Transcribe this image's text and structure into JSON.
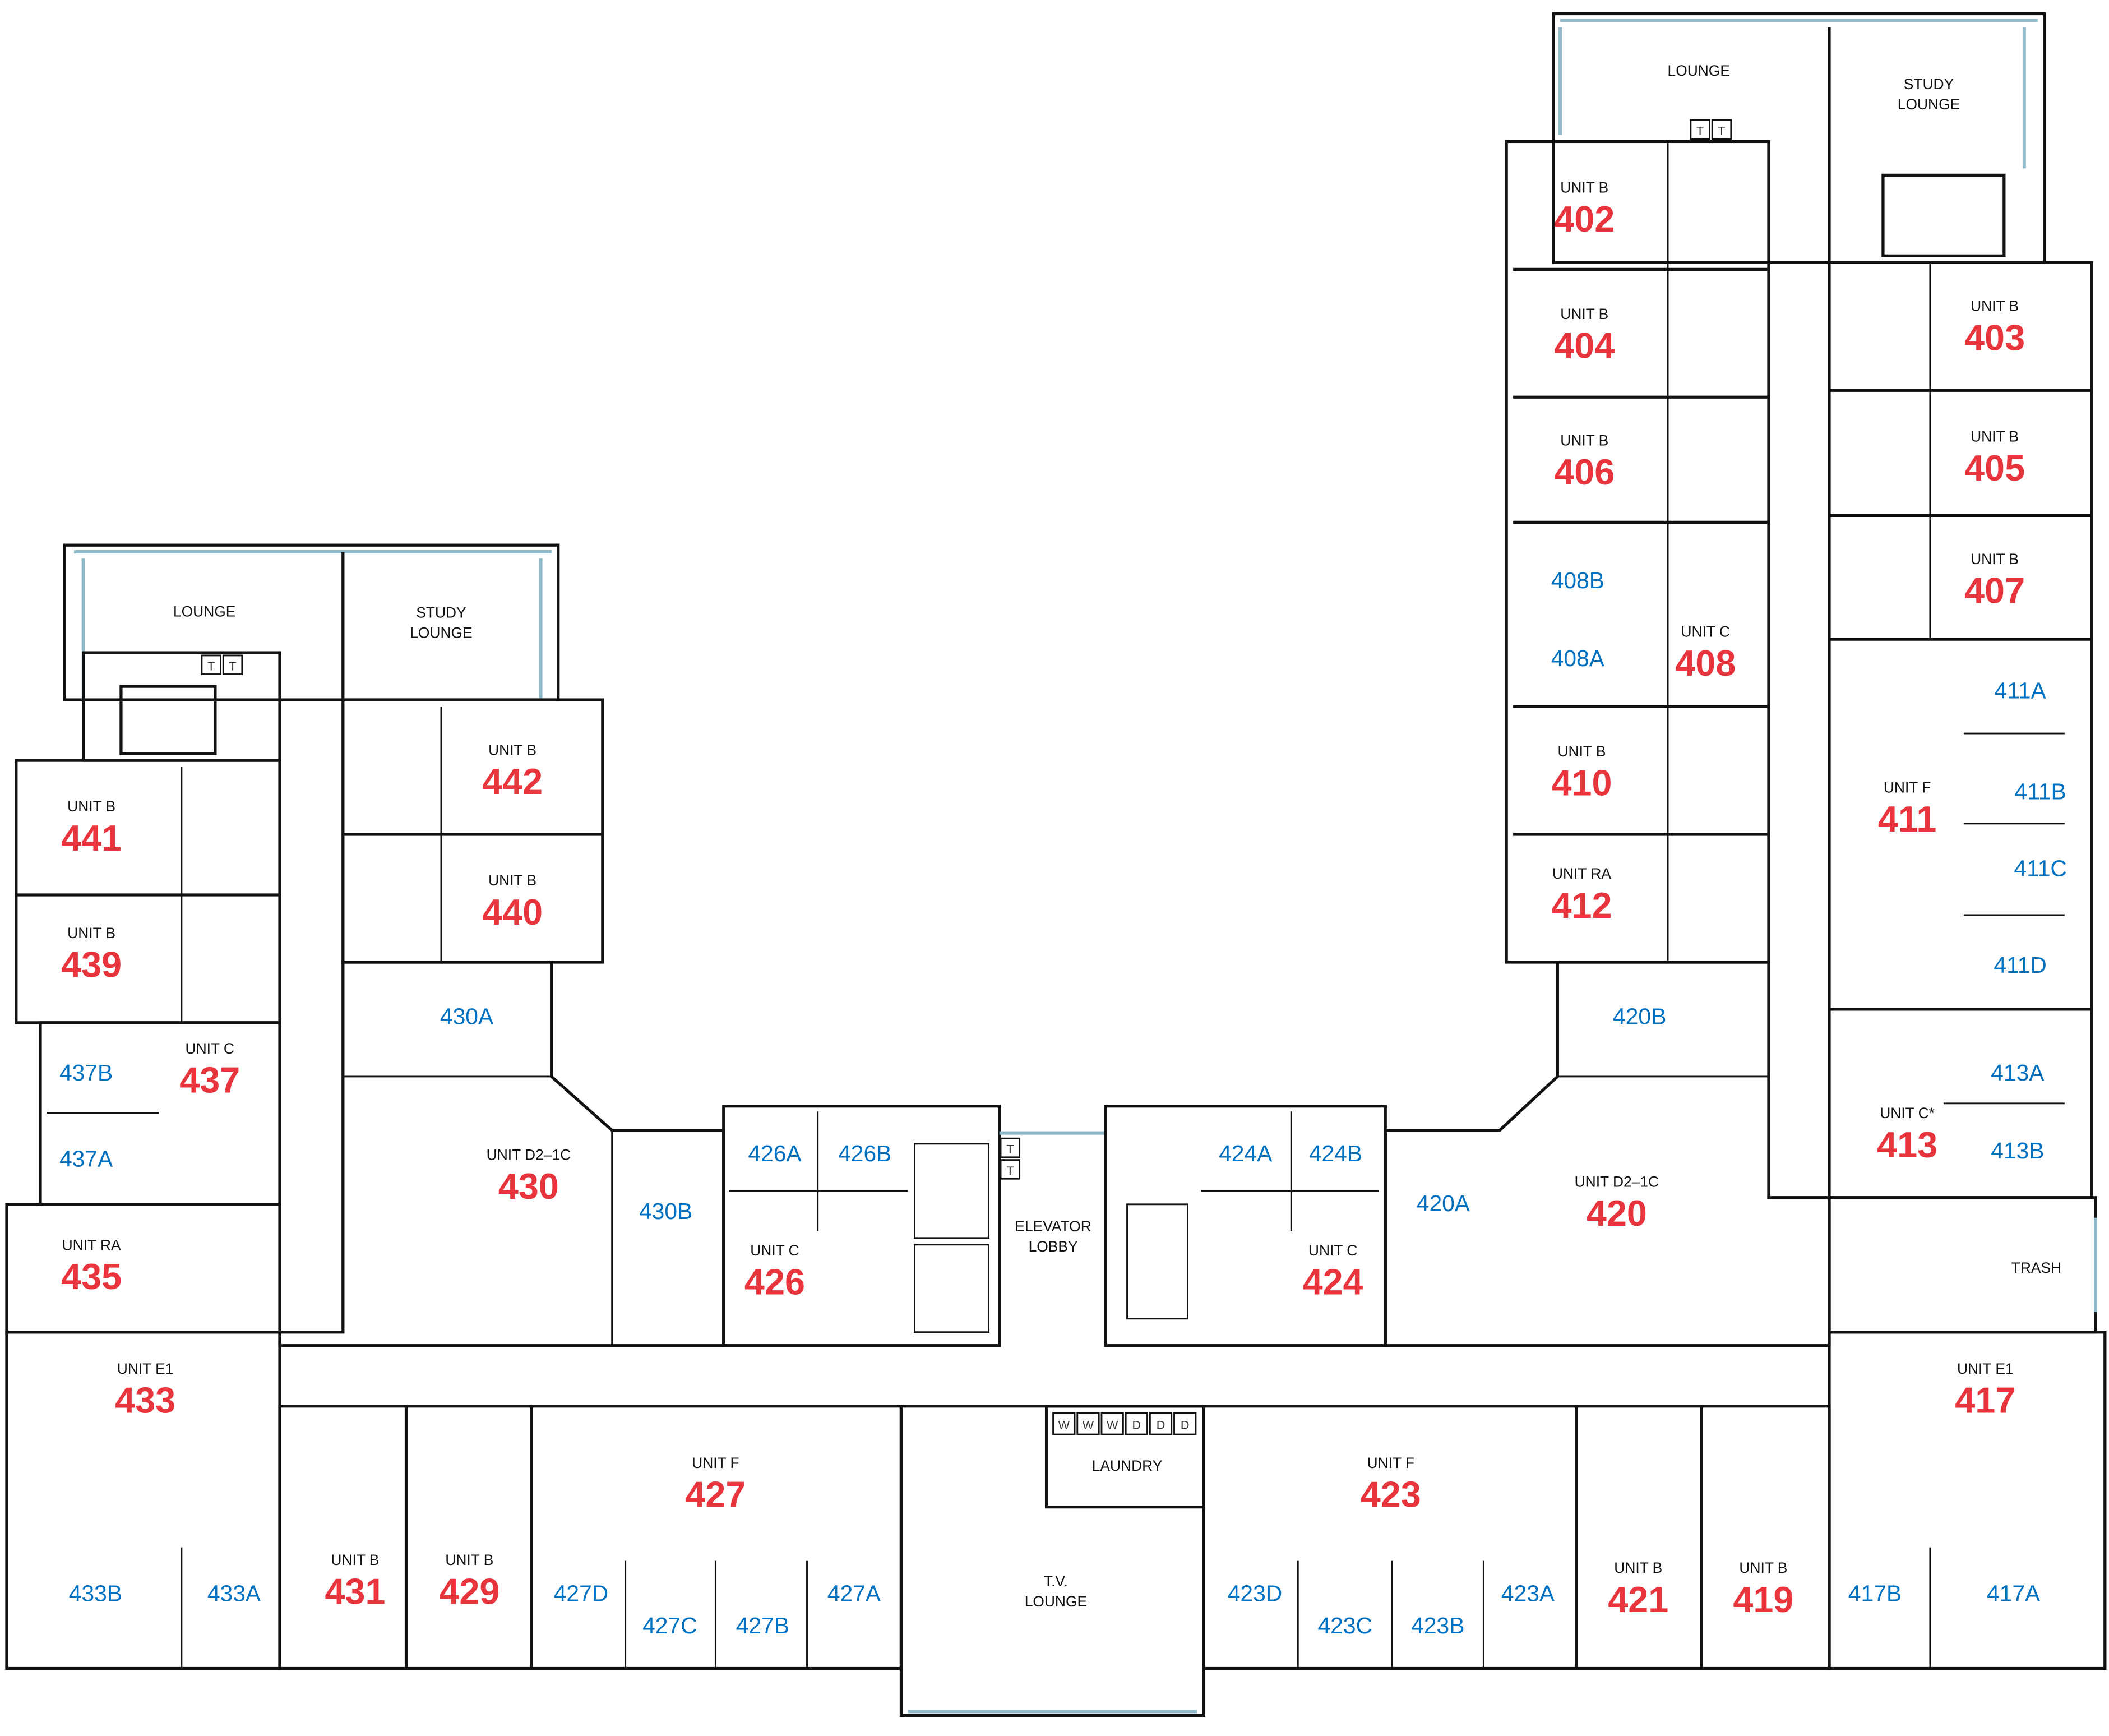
{
  "colors": {
    "unit_number": "#e8343c",
    "bedroom": "#0070c0",
    "walls": "#111111",
    "glazing": "#8fb9c9"
  },
  "common_spaces": [
    {
      "lines": [
        "LOUNGE"
      ]
    },
    {
      "lines": [
        "STUDY",
        "LOUNGE"
      ]
    },
    {
      "lines": [
        "LOUNGE"
      ]
    },
    {
      "lines": [
        "STUDY",
        "LOUNGE"
      ]
    },
    {
      "lines": [
        "ELEVATOR",
        "LOBBY"
      ]
    },
    {
      "lines": [
        "LAUNDRY"
      ]
    },
    {
      "lines": [
        "T.V.",
        "LOUNGE"
      ]
    },
    {
      "lines": [
        "TRASH"
      ]
    }
  ],
  "laundry_machines": [
    "W",
    "W",
    "W",
    "D",
    "D",
    "D"
  ],
  "t_marker": "T",
  "units": [
    {
      "type": "UNIT B",
      "number": "402",
      "rooms": []
    },
    {
      "type": "UNIT B",
      "number": "404",
      "rooms": []
    },
    {
      "type": "UNIT B",
      "number": "406",
      "rooms": []
    },
    {
      "type": "UNIT C",
      "number": "408",
      "rooms": [
        "408B",
        "408A"
      ]
    },
    {
      "type": "UNIT B",
      "number": "410",
      "rooms": []
    },
    {
      "type": "UNIT RA",
      "number": "412",
      "rooms": []
    },
    {
      "type": "UNIT B",
      "number": "403",
      "rooms": []
    },
    {
      "type": "UNIT B",
      "number": "405",
      "rooms": []
    },
    {
      "type": "UNIT B",
      "number": "407",
      "rooms": []
    },
    {
      "type": "UNIT F",
      "number": "411",
      "rooms": [
        "411A",
        "411B",
        "411C",
        "411D"
      ]
    },
    {
      "type": "UNIT C*",
      "number": "413",
      "rooms": [
        "413A",
        "413B"
      ]
    },
    {
      "type": "UNIT D2–1C",
      "number": "420",
      "rooms": [
        "420B",
        "420A"
      ]
    },
    {
      "type": "UNIT C",
      "number": "424",
      "rooms": [
        "424A",
        "424B"
      ]
    },
    {
      "type": "UNIT C",
      "number": "426",
      "rooms": [
        "426A",
        "426B"
      ]
    },
    {
      "type": "UNIT D2–1C",
      "number": "430",
      "rooms": [
        "430A",
        "430B"
      ]
    },
    {
      "type": "UNIT B",
      "number": "442",
      "rooms": []
    },
    {
      "type": "UNIT B",
      "number": "440",
      "rooms": []
    },
    {
      "type": "UNIT B",
      "number": "441",
      "rooms": []
    },
    {
      "type": "UNIT B",
      "number": "439",
      "rooms": []
    },
    {
      "type": "UNIT C",
      "number": "437",
      "rooms": [
        "437B",
        "437A"
      ]
    },
    {
      "type": "UNIT RA",
      "number": "435",
      "rooms": []
    },
    {
      "type": "UNIT E1",
      "number": "433",
      "rooms": [
        "433B",
        "433A"
      ]
    },
    {
      "type": "UNIT B",
      "number": "431",
      "rooms": []
    },
    {
      "type": "UNIT B",
      "number": "429",
      "rooms": []
    },
    {
      "type": "UNIT F",
      "number": "427",
      "rooms": [
        "427D",
        "427C",
        "427B",
        "427A"
      ]
    },
    {
      "type": "UNIT F",
      "number": "423",
      "rooms": [
        "423D",
        "423C",
        "423B",
        "423A"
      ]
    },
    {
      "type": "UNIT B",
      "number": "421",
      "rooms": []
    },
    {
      "type": "UNIT B",
      "number": "419",
      "rooms": []
    },
    {
      "type": "UNIT E1",
      "number": "417",
      "rooms": [
        "417B",
        "417A"
      ]
    }
  ]
}
